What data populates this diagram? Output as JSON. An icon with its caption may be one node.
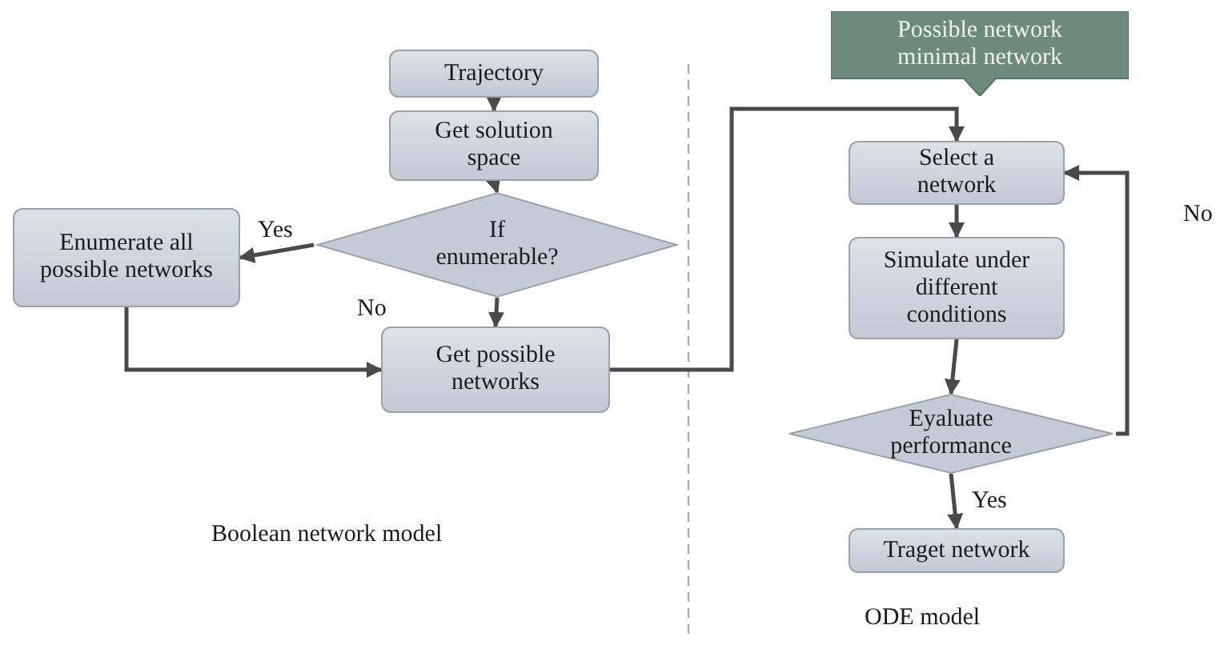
{
  "diagram": {
    "nodes": [
      {
        "text": [
          "Trajectory"
        ]
      },
      {
        "text": [
          "Get solution space"
        ]
      },
      {
        "text": [
          "If enumerable?"
        ]
      },
      {
        "text": [
          "Enumerate all possible networks"
        ]
      },
      {
        "text": [
          "Get possible networks"
        ]
      },
      {
        "text": [
          "Possible network minimal network"
        ]
      },
      {
        "text": [
          "Select a network"
        ]
      },
      {
        "text": [
          "Simulate under different conditions"
        ]
      },
      {
        "text": [
          "Eyaluate performance"
        ]
      },
      {
        "text": [
          "Traget network"
        ]
      }
    ],
    "edges": [
      {
        "from": 0,
        "to": 1,
        "arrow": "to"
      },
      {
        "from": 1,
        "to": 2,
        "arrow": "to"
      },
      {
        "from": 2,
        "to": 3,
        "arrow": "to",
        "label": "Yes"
      },
      {
        "from": 2,
        "to": 4,
        "arrow": "to",
        "label": "No"
      },
      {
        "from": 3,
        "to": 4,
        "arrow": "to"
      },
      {
        "from": 4,
        "to": 6,
        "arrow": "to"
      },
      {
        "from": 6,
        "to": 7,
        "arrow": "to"
      },
      {
        "from": 7,
        "to": 8,
        "arrow": "to"
      },
      {
        "from": 8,
        "to": 6,
        "arrow": "to",
        "label": "No"
      },
      {
        "from": 8,
        "to": 9,
        "arrow": "to",
        "label": "Yes"
      }
    ],
    "labels": [
      "Boolean network model",
      "ODE model"
    ]
  }
}
